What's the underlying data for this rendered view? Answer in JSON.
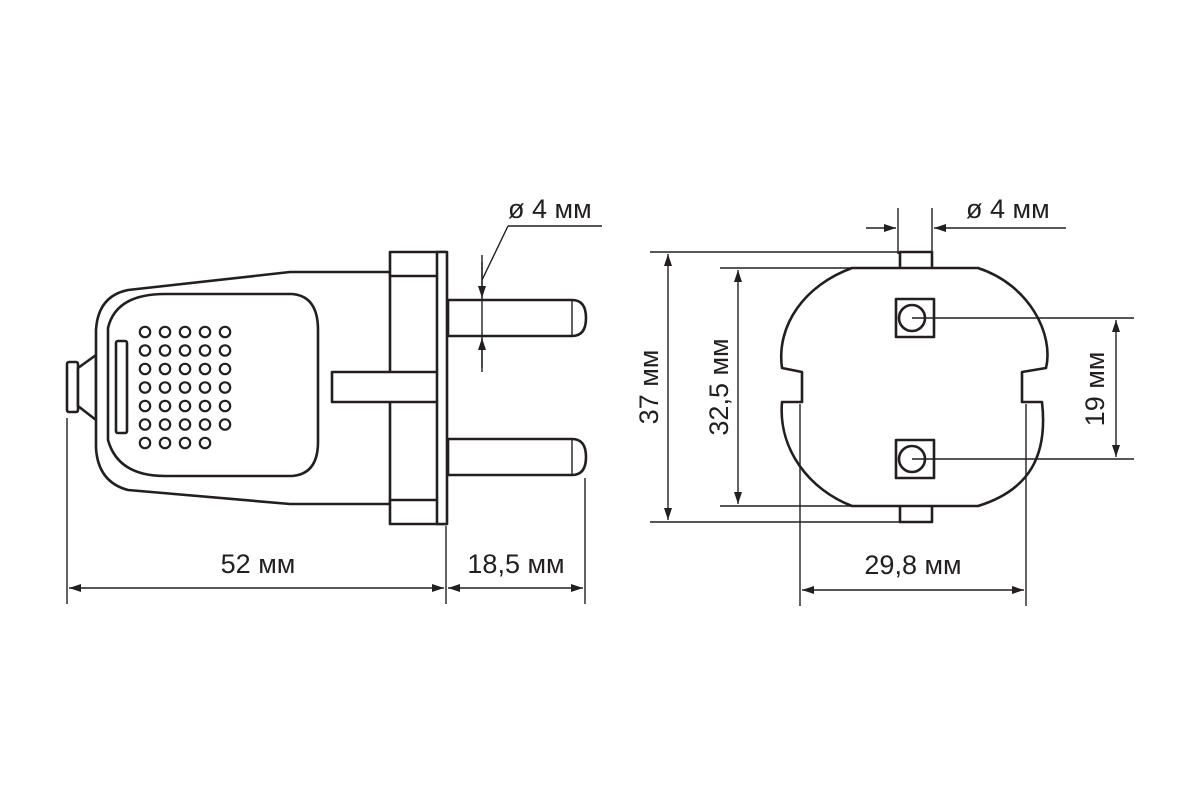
{
  "drawing": {
    "side_view": {
      "body_length": "52 мм",
      "pin_length": "18,5 мм",
      "pin_diameter": "ø 4 мм"
    },
    "front_view": {
      "pin_diameter": "ø 4 мм",
      "total_height": "37 мм",
      "body_height": "32,5 мм",
      "body_width": "29,8 мм",
      "pin_spacing": "19 мм"
    }
  }
}
